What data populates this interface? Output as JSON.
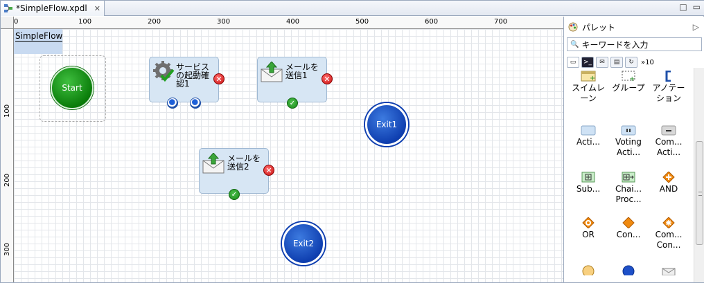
{
  "tab": {
    "title": "*SimpleFlow.xpdl",
    "close": "✕"
  },
  "window_buttons": {
    "minimize": "□",
    "maximize": "▭"
  },
  "ruler": {
    "top": [
      "0",
      "100",
      "200",
      "300",
      "400",
      "500",
      "600",
      "700"
    ],
    "left": [
      "100",
      "200",
      "300"
    ]
  },
  "pool": {
    "label": "SimpleFlow"
  },
  "nodes": {
    "start": "Start",
    "service": {
      "label": "サービスの起動確認1"
    },
    "mail1": {
      "label": "メールを送信1"
    },
    "mail2": {
      "label": "メールを送信2"
    },
    "exit1": "Exit1",
    "exit2": "Exit2"
  },
  "palette": {
    "title": "パレット",
    "search_placeholder": "キーワードを入力",
    "tab_overflow": "10",
    "items": [
      "スイムレーン",
      "グループ",
      "アノテーション",
      "Acti...",
      "Voting Acti...",
      "Com... Acti...",
      "Sub...",
      "Chai... Proc...",
      "AND",
      "OR",
      "Con...",
      "Com... Con..."
    ]
  },
  "colors": {
    "start": "#0a7d0a",
    "exit": "#0f3fb0",
    "activity": "#d7e6f4"
  }
}
